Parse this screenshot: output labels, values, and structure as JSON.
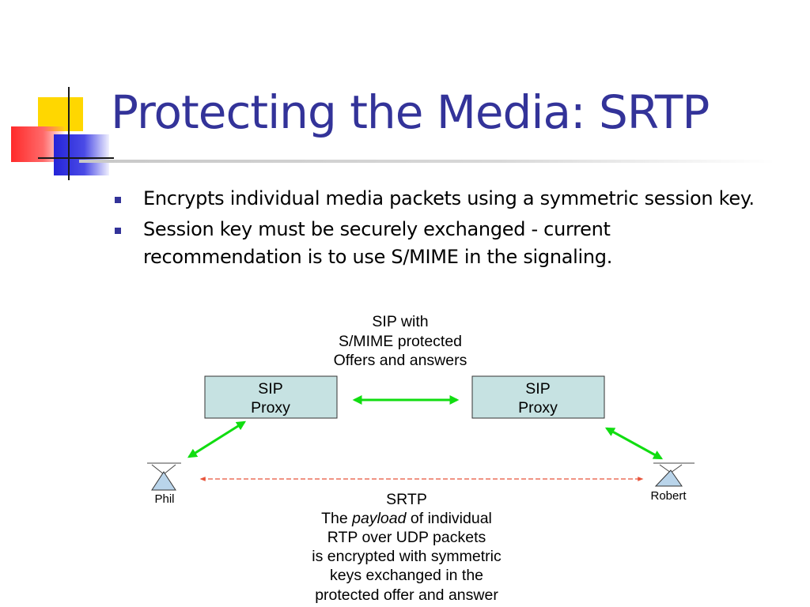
{
  "slide": {
    "title": "Protecting the Media: SRTP",
    "bullets": [
      "Encrypts individual media packets using a symmetric session key.",
      "Session key must be securely exchanged - current recommendation is to use S/MIME in the signaling."
    ]
  },
  "diagram": {
    "top_caption": [
      "SIP with",
      "S/MIME protected",
      "Offers and answers"
    ],
    "proxy_left": [
      "SIP",
      "Proxy"
    ],
    "proxy_right": [
      "SIP",
      "Proxy"
    ],
    "endpoint_left": "Phil",
    "endpoint_right": "Robert",
    "bottom_caption": {
      "heading": "SRTP",
      "line1_before": "The ",
      "line1_italic": "payload",
      "line1_after": " of individual",
      "lines": [
        "RTP over UDP packets",
        "is encrypted with symmetric",
        "keys exchanged in the",
        "protected offer and answer"
      ]
    },
    "colors": {
      "title": "#333399",
      "bullet": "#333399",
      "proxy_fill": "#c6e2e2",
      "signaling_arrow": "#11dd11",
      "media_arrow": "#e8533a",
      "endpoint": "#b9d4ea"
    }
  }
}
